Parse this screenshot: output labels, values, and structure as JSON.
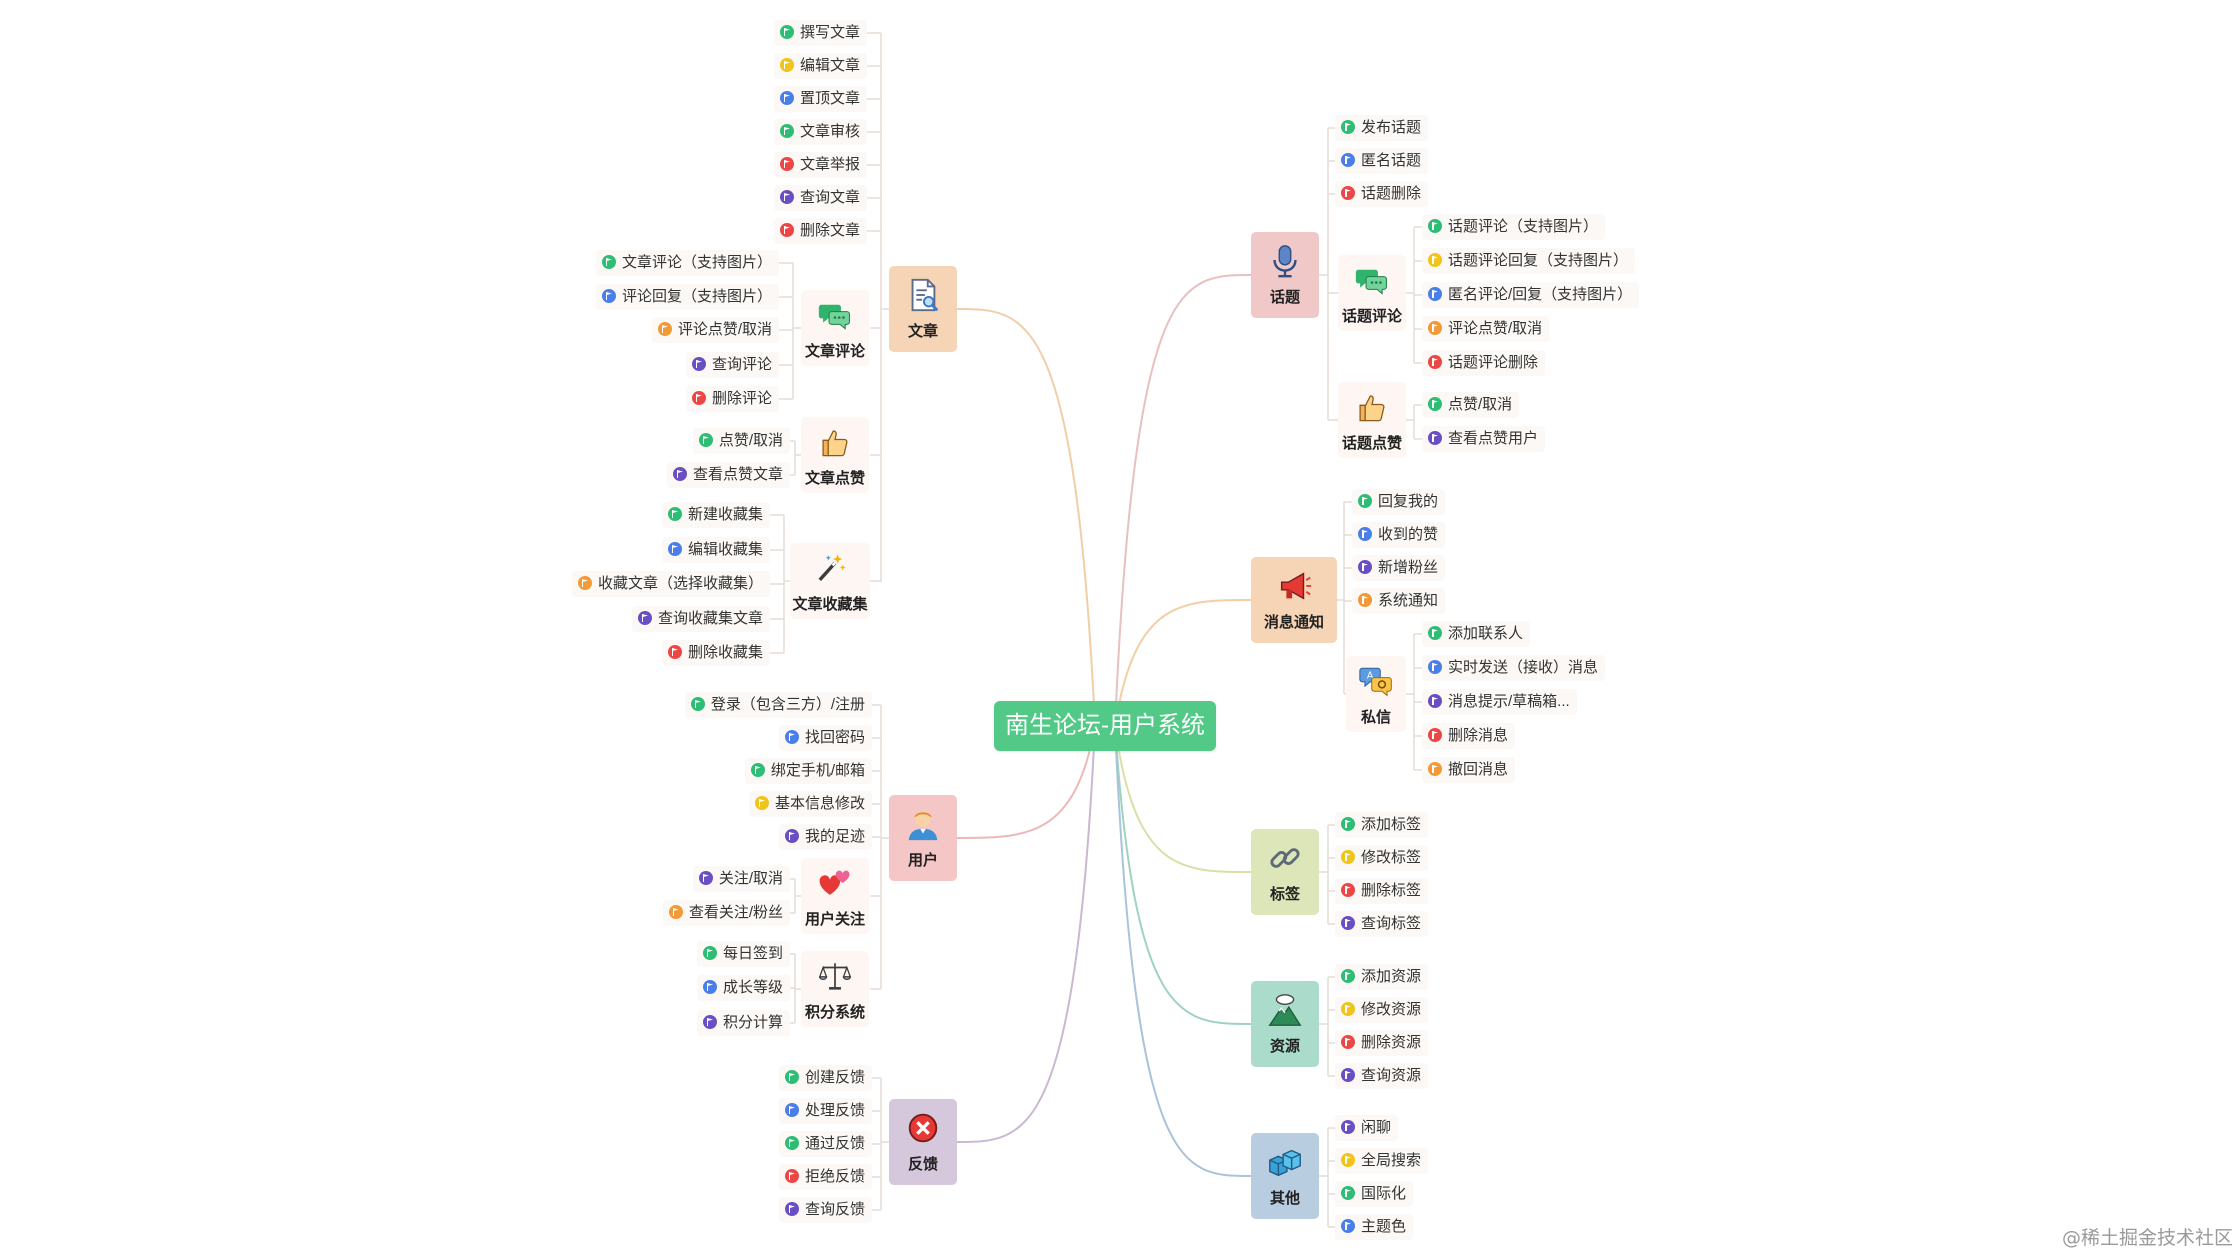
{
  "title": "南生论坛-用户系统",
  "watermark": "@稀土掘金技术社区",
  "colors": {
    "green": "#2dbd74",
    "yellow": "#f0c419",
    "blue": "#4a7ee8",
    "red": "#ec4646",
    "purple": "#6a4fc4",
    "orange": "#f29a38"
  },
  "branches": [
    {
      "id": "article",
      "label": "文章",
      "icon": "document-search-icon",
      "color": "#f6d4b6"
    },
    {
      "id": "user",
      "label": "用户",
      "icon": "user-avatar-icon",
      "color": "#f4c6c6"
    },
    {
      "id": "feedback",
      "label": "反馈",
      "icon": "close-circle-icon",
      "color": "#d6c8dc"
    },
    {
      "id": "topic",
      "label": "话题",
      "icon": "microphone-icon",
      "color": "#f1c8c8"
    },
    {
      "id": "notify",
      "label": "消息通知",
      "icon": "megaphone-icon",
      "color": "#f6d4b6"
    },
    {
      "id": "tag",
      "label": "标签",
      "icon": "link-icon",
      "color": "#dde6b8"
    },
    {
      "id": "resource",
      "label": "资源",
      "icon": "mountain-icon",
      "color": "#abdccb"
    },
    {
      "id": "other",
      "label": "其他",
      "icon": "boxes-icon",
      "color": "#b9cde0"
    }
  ],
  "subtopics": [
    {
      "label": "文章评论",
      "icon": "chat-bubbles-icon"
    },
    {
      "label": "文章点赞",
      "icon": "thumbs-up-icon"
    },
    {
      "label": "文章收藏集",
      "icon": "magic-wand-icon"
    },
    {
      "label": "用户关注",
      "icon": "hearts-icon"
    },
    {
      "label": "积分系统",
      "icon": "balance-scale-icon"
    },
    {
      "label": "话题评论",
      "icon": "chat-bubbles-icon"
    },
    {
      "label": "话题点赞",
      "icon": "thumbs-up-icon"
    },
    {
      "label": "私信",
      "icon": "translate-chat-icon"
    }
  ],
  "leaves": [
    {
      "text": "撰写文章",
      "color": "green"
    },
    {
      "text": "编辑文章",
      "color": "yellow"
    },
    {
      "text": "置顶文章",
      "color": "blue"
    },
    {
      "text": "文章审核",
      "color": "green"
    },
    {
      "text": "文章举报",
      "color": "red"
    },
    {
      "text": "查询文章",
      "color": "purple"
    },
    {
      "text": "删除文章",
      "color": "red"
    },
    {
      "text": "文章评论（支持图片）",
      "color": "green"
    },
    {
      "text": "评论回复（支持图片）",
      "color": "blue"
    },
    {
      "text": "评论点赞/取消",
      "color": "orange"
    },
    {
      "text": "查询评论",
      "color": "purple"
    },
    {
      "text": "删除评论",
      "color": "red"
    },
    {
      "text": "点赞/取消",
      "color": "green"
    },
    {
      "text": "查看点赞文章",
      "color": "purple"
    },
    {
      "text": "新建收藏集",
      "color": "green"
    },
    {
      "text": "编辑收藏集",
      "color": "blue"
    },
    {
      "text": "收藏文章（选择收藏集）",
      "color": "orange"
    },
    {
      "text": "查询收藏集文章",
      "color": "purple"
    },
    {
      "text": "删除收藏集",
      "color": "red"
    },
    {
      "text": "登录（包含三方）/注册",
      "color": "green"
    },
    {
      "text": "找回密码",
      "color": "blue"
    },
    {
      "text": "绑定手机/邮箱",
      "color": "green"
    },
    {
      "text": "基本信息修改",
      "color": "yellow"
    },
    {
      "text": "我的足迹",
      "color": "purple"
    },
    {
      "text": "关注/取消",
      "color": "purple"
    },
    {
      "text": "查看关注/粉丝",
      "color": "orange"
    },
    {
      "text": "每日签到",
      "color": "green"
    },
    {
      "text": "成长等级",
      "color": "blue"
    },
    {
      "text": "积分计算",
      "color": "purple"
    },
    {
      "text": "创建反馈",
      "color": "green"
    },
    {
      "text": "处理反馈",
      "color": "blue"
    },
    {
      "text": "通过反馈",
      "color": "green"
    },
    {
      "text": "拒绝反馈",
      "color": "red"
    },
    {
      "text": "查询反馈",
      "color": "purple"
    },
    {
      "text": "发布话题",
      "color": "green"
    },
    {
      "text": "匿名话题",
      "color": "blue"
    },
    {
      "text": "话题删除",
      "color": "red"
    },
    {
      "text": "话题评论（支持图片）",
      "color": "green"
    },
    {
      "text": "话题评论回复（支持图片）",
      "color": "yellow"
    },
    {
      "text": "匿名评论/回复（支持图片）",
      "color": "blue"
    },
    {
      "text": "评论点赞/取消",
      "color": "orange"
    },
    {
      "text": "话题评论删除",
      "color": "red"
    },
    {
      "text": "点赞/取消",
      "color": "green"
    },
    {
      "text": "查看点赞用户",
      "color": "purple"
    },
    {
      "text": "回复我的",
      "color": "green"
    },
    {
      "text": "收到的赞",
      "color": "blue"
    },
    {
      "text": "新增粉丝",
      "color": "purple"
    },
    {
      "text": "系统通知",
      "color": "orange"
    },
    {
      "text": "添加联系人",
      "color": "green"
    },
    {
      "text": "实时发送（接收）消息",
      "color": "blue"
    },
    {
      "text": "消息提示/草稿箱...",
      "color": "purple"
    },
    {
      "text": "删除消息",
      "color": "red"
    },
    {
      "text": "撤回消息",
      "color": "orange"
    },
    {
      "text": "添加标签",
      "color": "green"
    },
    {
      "text": "修改标签",
      "color": "yellow"
    },
    {
      "text": "删除标签",
      "color": "red"
    },
    {
      "text": "查询标签",
      "color": "purple"
    },
    {
      "text": "添加资源",
      "color": "green"
    },
    {
      "text": "修改资源",
      "color": "yellow"
    },
    {
      "text": "删除资源",
      "color": "red"
    },
    {
      "text": "查询资源",
      "color": "purple"
    },
    {
      "text": "闲聊",
      "color": "purple"
    },
    {
      "text": "全局搜索",
      "color": "yellow"
    },
    {
      "text": "国际化",
      "color": "green"
    },
    {
      "text": "主题色",
      "color": "blue"
    }
  ]
}
